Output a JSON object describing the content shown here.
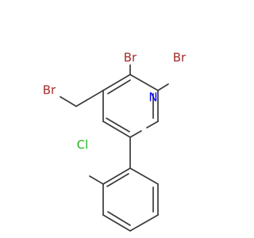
{
  "diagram": {
    "atoms": {
      "br_top_left": "Br",
      "br_top_right": "Br",
      "br_bromomethyl": "Br",
      "nitrogen": "N",
      "chlorine": "Cl"
    },
    "colors": {
      "bond": "#3a3a3a",
      "bromine": "#a52a2a",
      "nitrogen": "#0000ff",
      "chlorine": "#1fb51f",
      "background": "#ffffff"
    }
  }
}
